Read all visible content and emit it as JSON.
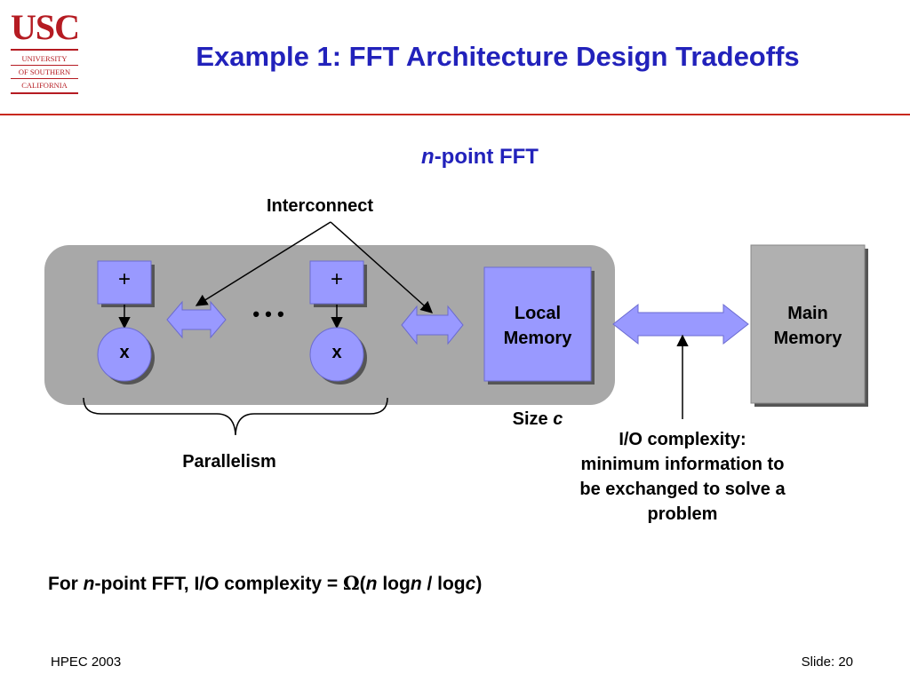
{
  "logo": {
    "acronym": "USC",
    "lines": [
      "UNIVERSITY",
      "OF SOUTHERN",
      "CALIFORNIA"
    ]
  },
  "title": "Example 1: FFT Architecture Design Tradeoffs",
  "subtitle": {
    "italic": "n",
    "rest": "-point FFT"
  },
  "diagram": {
    "interconnect_label": "Interconnect",
    "adder_symbol": "+",
    "multiplier_symbol": "x",
    "ellipsis": "• • •",
    "local_memory": [
      "Local",
      "Memory"
    ],
    "main_memory": [
      "Main",
      "Memory"
    ],
    "size_label": {
      "prefix": "Size ",
      "italic": "c"
    },
    "parallelism_label": "Parallelism",
    "io_complexity": [
      "I/O complexity:",
      "minimum information to",
      "be exchanged to solve a",
      "problem"
    ]
  },
  "formula": {
    "p1": "For ",
    "n1": "n",
    "p2": "-point FFT, I/O complexity = ",
    "omega": "Ω",
    "p3": "(",
    "n2": "n",
    "p4": " log",
    "n3": "n",
    "p5": " / log",
    "c": "c",
    "p6": ")"
  },
  "footer": {
    "left": "HPEC 2003",
    "right": "Slide: 20"
  },
  "colors": {
    "title": "#2222bb",
    "accent_red": "#c8281e",
    "usc_red": "#b51b22",
    "panel_gray": "#a8a8a8",
    "unit_fill": "#9999ff",
    "unit_shadow": "#555555",
    "main_memory_fill": "#b0b0b0"
  }
}
